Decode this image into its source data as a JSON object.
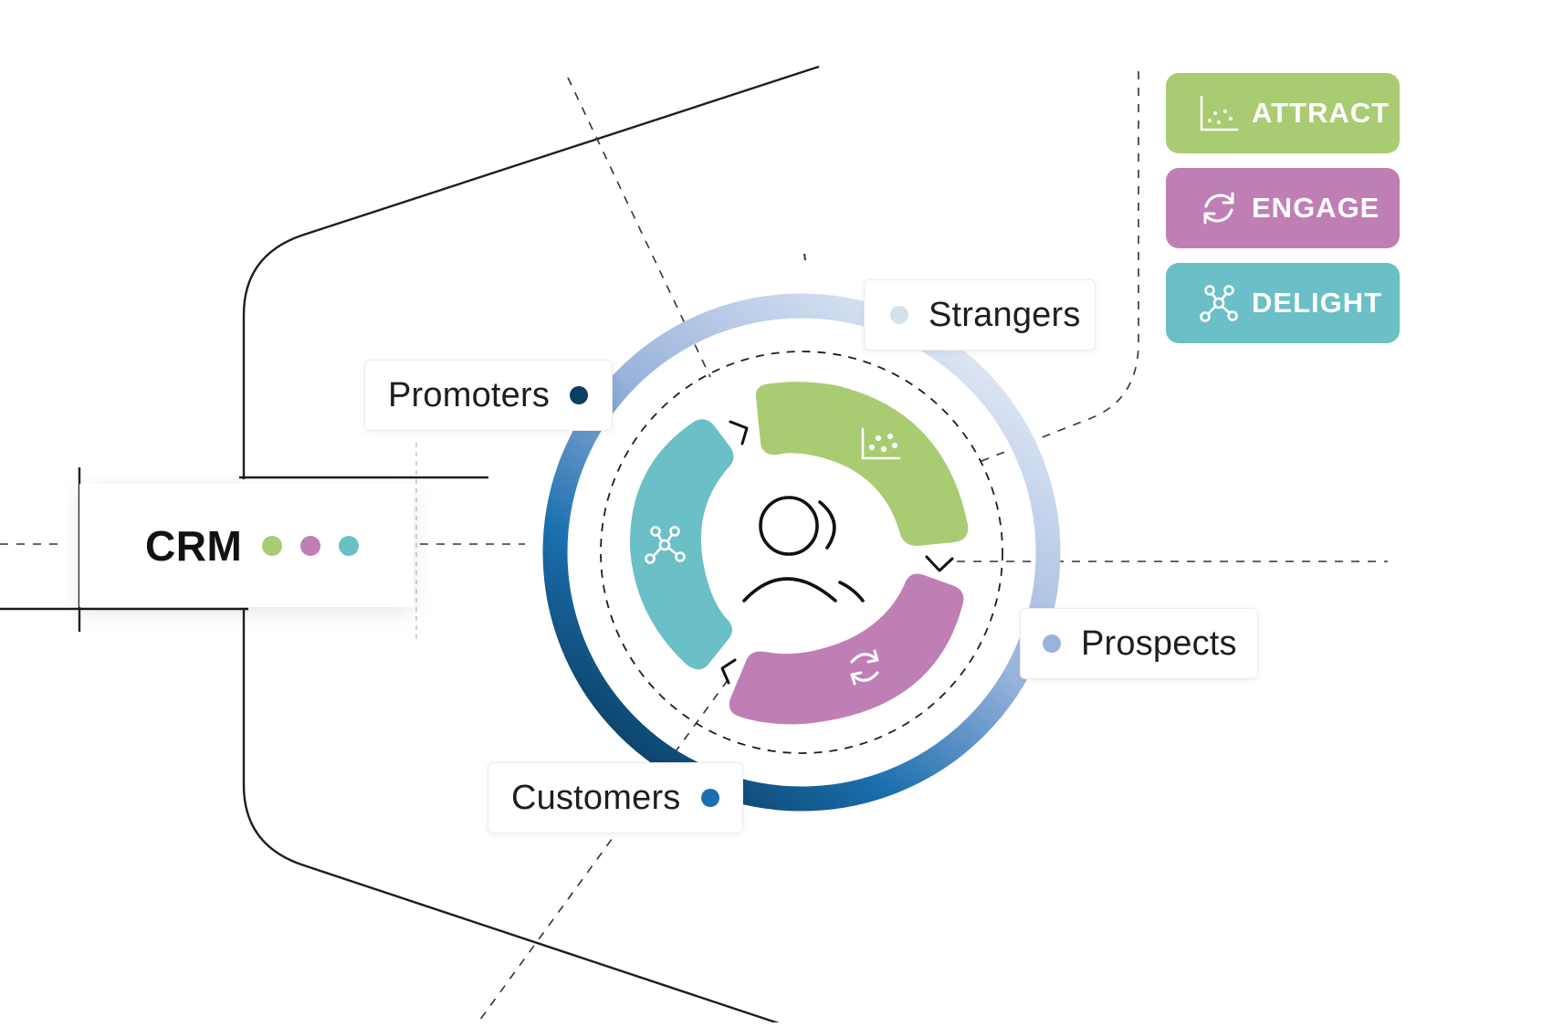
{
  "crm": {
    "title": "CRM",
    "dot_colors": [
      "#a9cb72",
      "#bf7fb5",
      "#6bbfc6"
    ]
  },
  "stages": {
    "strangers": {
      "label": "Strangers",
      "dot_color": "#d5e0ee"
    },
    "promoters": {
      "label": "Promoters",
      "dot_color": "#0b3e63"
    },
    "prospects": {
      "label": "Prospects",
      "dot_color": "#9ab3dc"
    },
    "customers": {
      "label": "Customers",
      "dot_color": "#1a6fae"
    }
  },
  "legend": {
    "attract": {
      "label": "ATTRACT",
      "icon": "scatter-chart-icon",
      "color": "#a9cb72"
    },
    "engage": {
      "label": "ENGAGE",
      "icon": "refresh-cycle-icon",
      "color": "#bf7fb5"
    },
    "delight": {
      "label": "DELIGHT",
      "icon": "network-nodes-icon",
      "color": "#6bbfc6"
    }
  },
  "ring": {
    "center_icon": "user-group-icon",
    "segments": [
      {
        "phase": "attract",
        "color": "#a9cb72",
        "icon": "scatter-chart-icon"
      },
      {
        "phase": "engage",
        "color": "#bf7fb5",
        "icon": "refresh-cycle-icon"
      },
      {
        "phase": "delight",
        "color": "#6bbfc6",
        "icon": "network-nodes-icon"
      }
    ],
    "outer_gradient": [
      "#e3ebf6",
      "#9ab3dc",
      "#1a6fae",
      "#0b3e63"
    ]
  }
}
